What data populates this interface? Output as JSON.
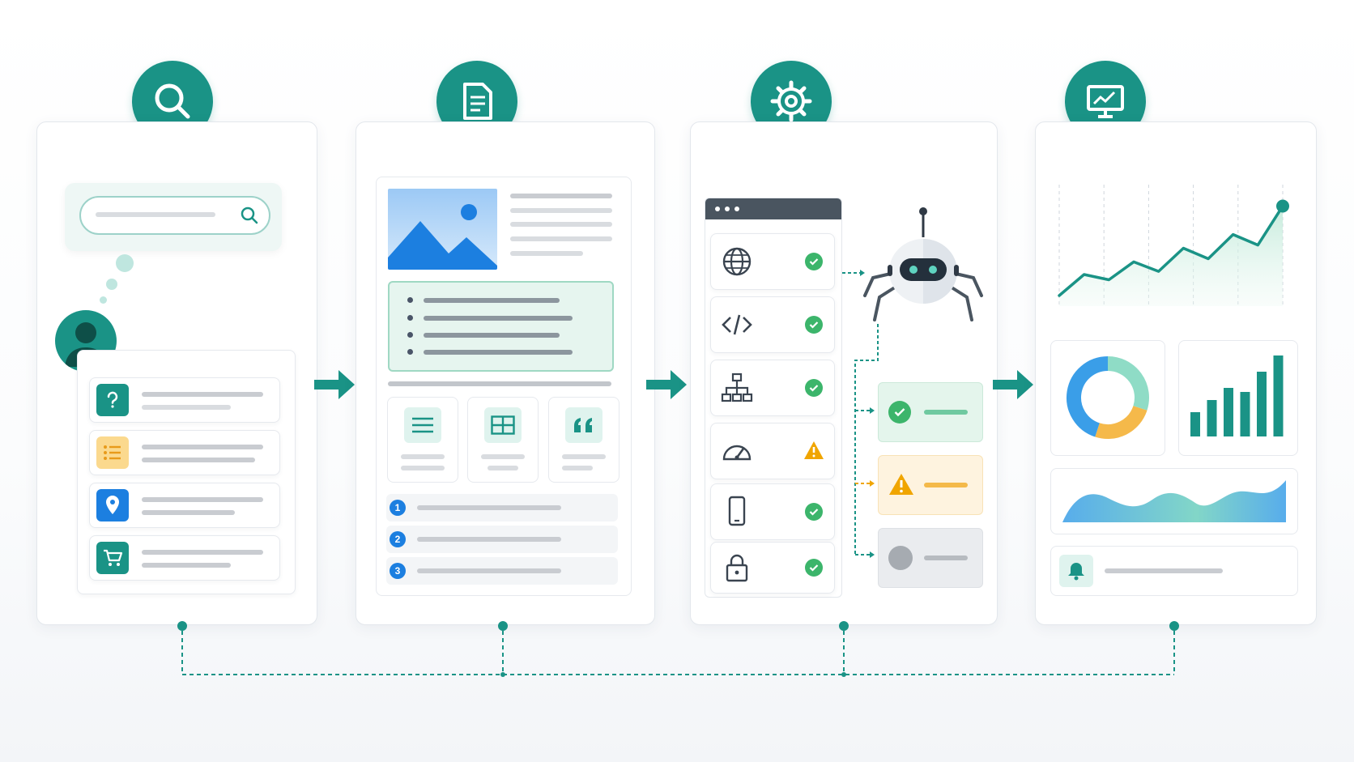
{
  "stages": [
    {
      "icon": "search-icon"
    },
    {
      "icon": "document-icon"
    },
    {
      "icon": "gear-icon"
    },
    {
      "icon": "analytics-monitor-icon"
    }
  ],
  "colors": {
    "teal": "#1a9386",
    "success": "#3cb56b",
    "warning": "#f0a500",
    "blue": "#1c7fe0"
  },
  "search": {
    "result_icons": [
      "question-icon",
      "list-icon",
      "map-pin-icon",
      "cart-icon"
    ],
    "result_colors": [
      "#1a9386",
      "#f5b94a",
      "#1c7fe0",
      "#1a9386"
    ]
  },
  "extract": {
    "blocks": [
      "list-block-icon",
      "table-block-icon",
      "quote-block-icon"
    ],
    "numbered_items": [
      "1",
      "2",
      "3"
    ]
  },
  "process": {
    "checks": [
      {
        "icon": "globe-icon",
        "status": "success"
      },
      {
        "icon": "code-icon",
        "status": "success"
      },
      {
        "icon": "sitemap-icon",
        "status": "success"
      },
      {
        "icon": "speedometer-icon",
        "status": "warning"
      },
      {
        "icon": "mobile-icon",
        "status": "success"
      },
      {
        "icon": "lock-icon",
        "status": "success"
      }
    ],
    "outcomes": [
      "success",
      "warning",
      "neutral"
    ]
  },
  "report": {
    "line_chart": {
      "type": "line",
      "values": [
        10,
        30,
        25,
        42,
        33,
        55,
        45,
        68,
        58,
        95
      ]
    },
    "donut": {
      "type": "pie",
      "values": [
        30,
        25,
        45
      ]
    },
    "bars": {
      "type": "bar",
      "values": [
        30,
        45,
        60,
        55,
        80,
        100
      ]
    },
    "alert_icon": "bell-icon"
  }
}
